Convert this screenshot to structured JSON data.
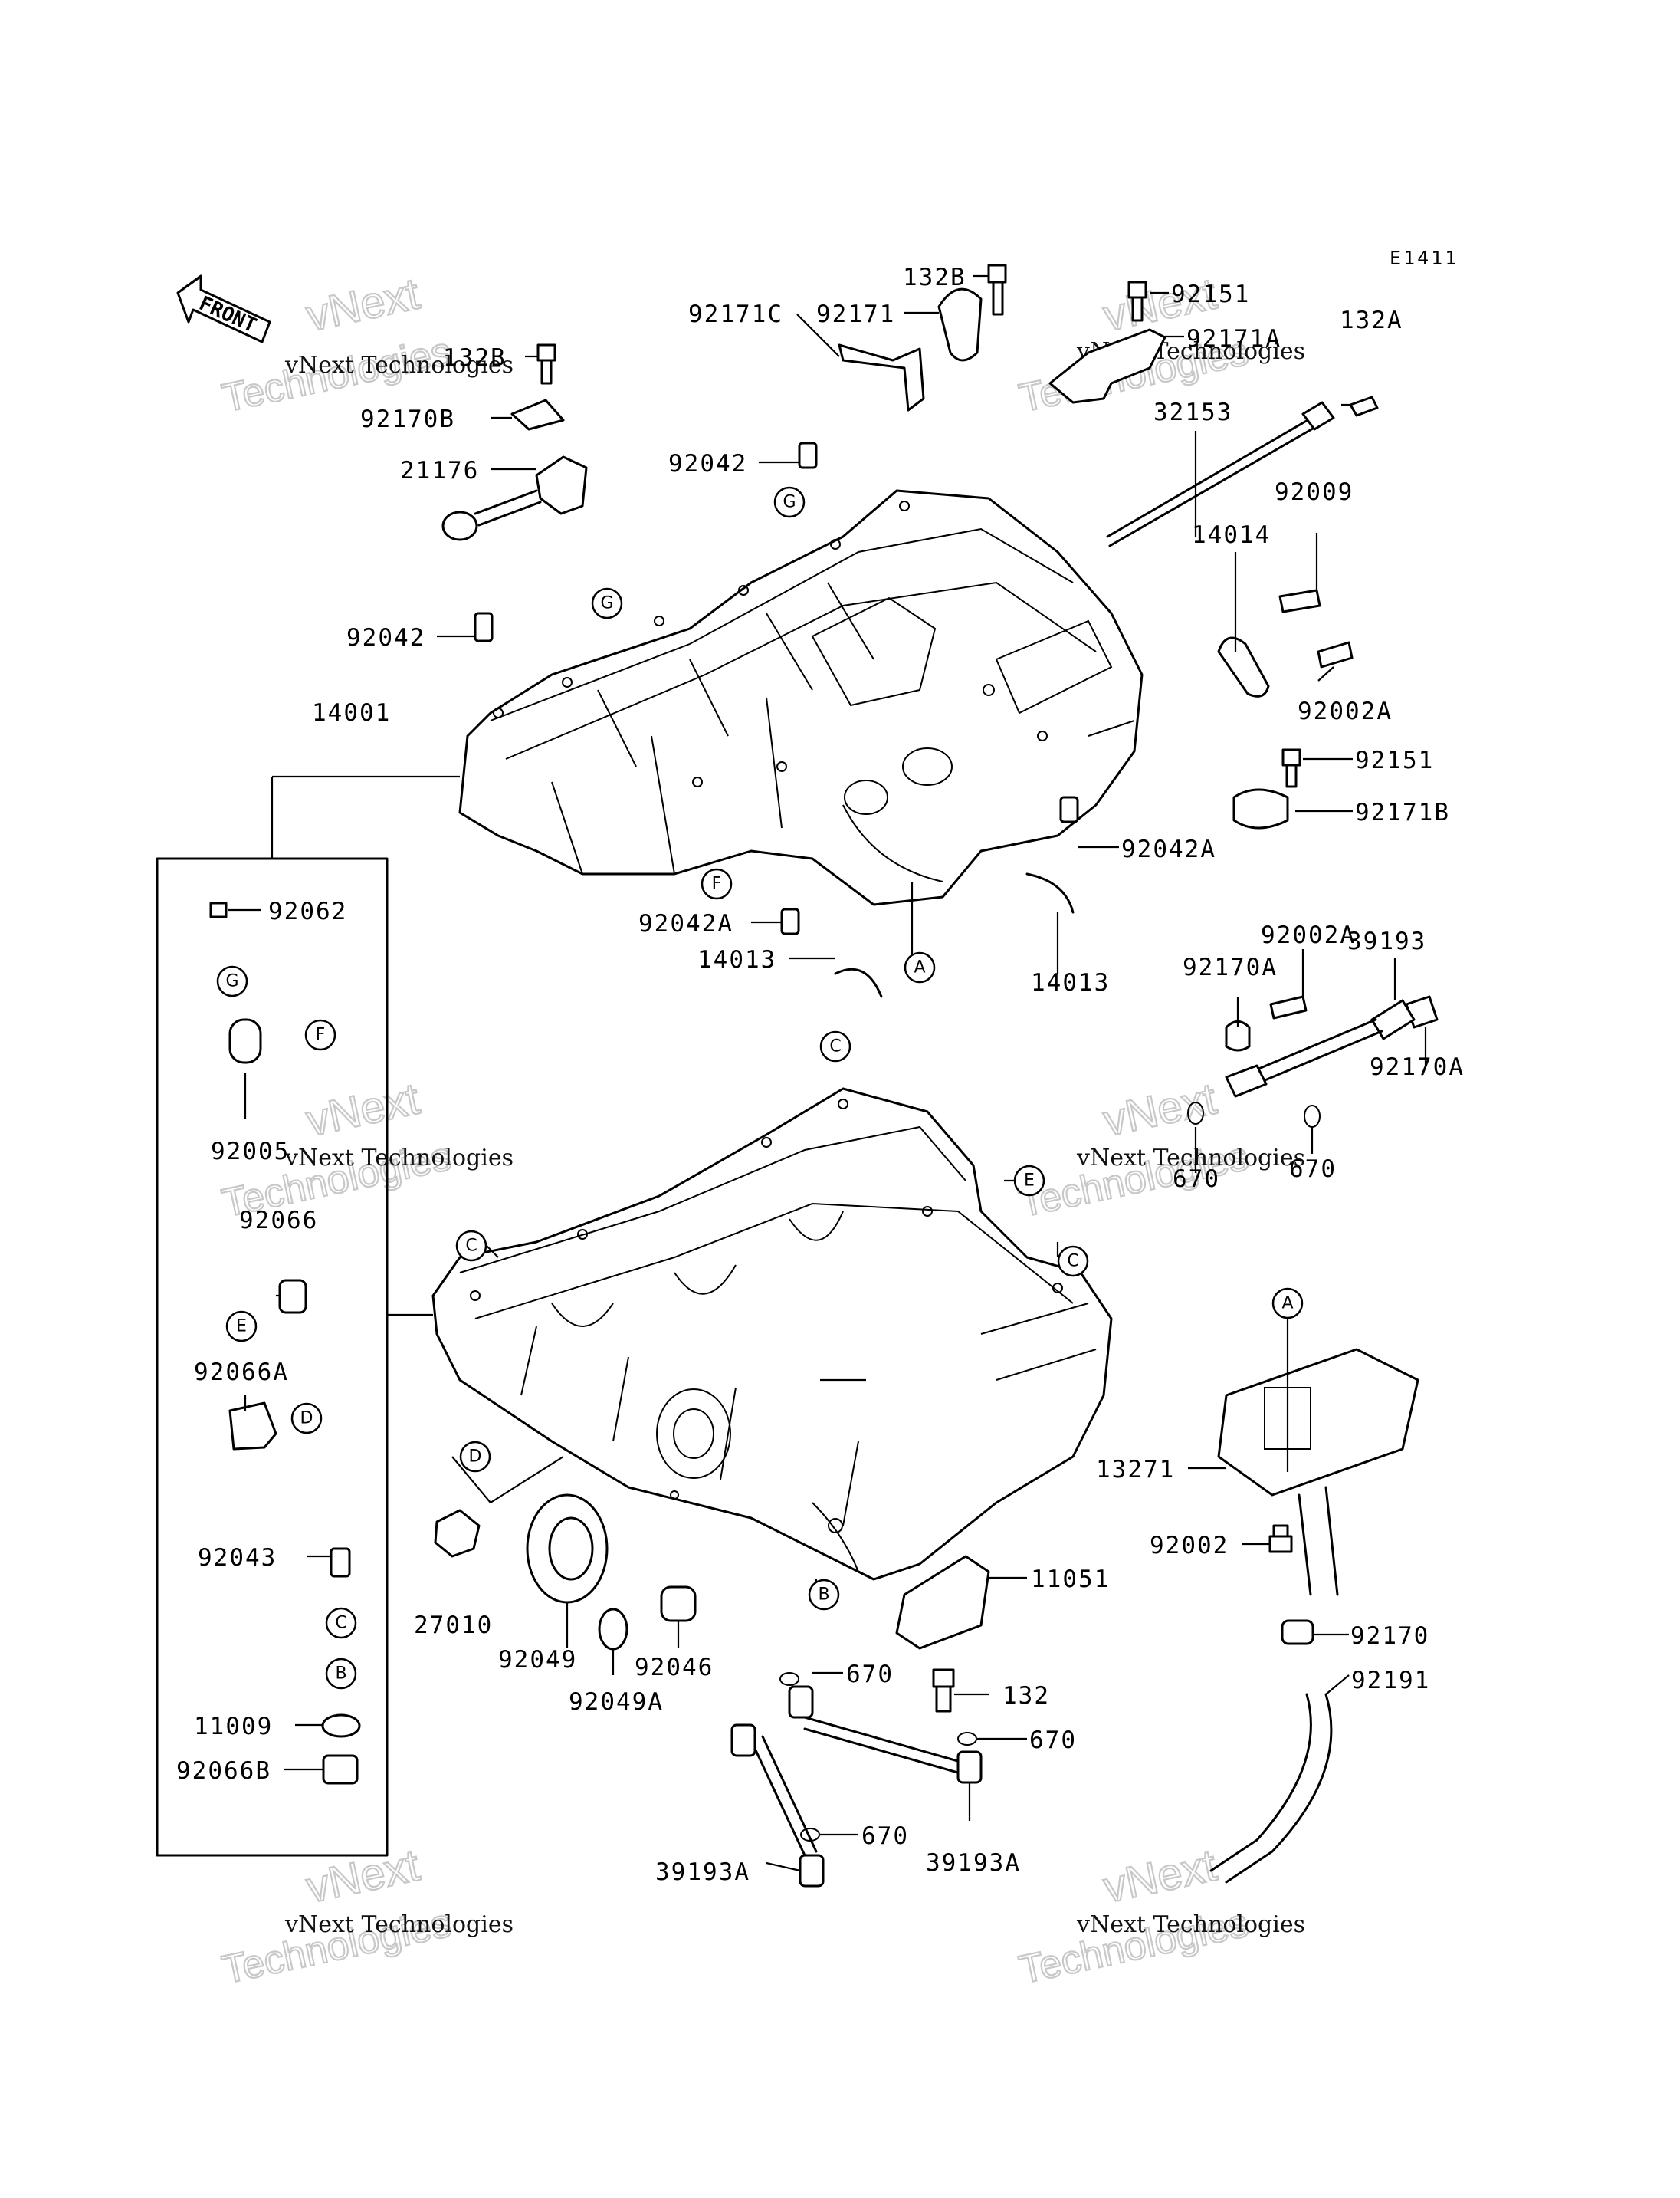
{
  "diagram_code": "E1411",
  "front_label": "FRONT",
  "watermark": {
    "line1": "vNext Technologies",
    "line2": "vNext",
    "line3": "Technologies"
  },
  "parts": {
    "p132B": "132B",
    "p92171": "92171",
    "p92171C": "92171C",
    "p92151a": "92151",
    "p92171A": "92171A",
    "p132A": "132A",
    "p132B_left": "132B",
    "p92170B": "92170B",
    "p21176": "21176",
    "p92042a": "92042",
    "p32153": "32153",
    "p92009": "92009",
    "p14014": "14014",
    "p92042b": "92042",
    "p92002A_a": "92002A",
    "p14001": "14001",
    "p92151b": "92151",
    "p92171B": "92171B",
    "p92042A_a": "92042A",
    "p92062": "92062",
    "p92042A_b": "92042A",
    "p14013a": "14013",
    "p14013b": "14013",
    "p92002A_b": "92002A",
    "p92170A_a": "92170A",
    "p39193": "39193",
    "p92170A_b": "92170A",
    "p92005": "92005",
    "p670a": "670",
    "p670b": "670",
    "p92066": "92066",
    "p92066A": "92066A",
    "p13271": "13271",
    "p92043": "92043",
    "p92002": "92002",
    "p27010": "27010",
    "p92049": "92049",
    "p92046": "92046",
    "p11051": "11051",
    "p92049A": "92049A",
    "p670c": "670",
    "p92170": "92170",
    "p132": "132",
    "p92191": "92191",
    "p11009": "11009",
    "p670d": "670",
    "p92066B": "92066B",
    "p670e": "670",
    "p39193A_a": "39193A",
    "p39193A_b": "39193A"
  },
  "refs": {
    "G": "G",
    "F": "F",
    "E": "E",
    "D": "D",
    "C": "C",
    "B": "B",
    "A": "A"
  }
}
